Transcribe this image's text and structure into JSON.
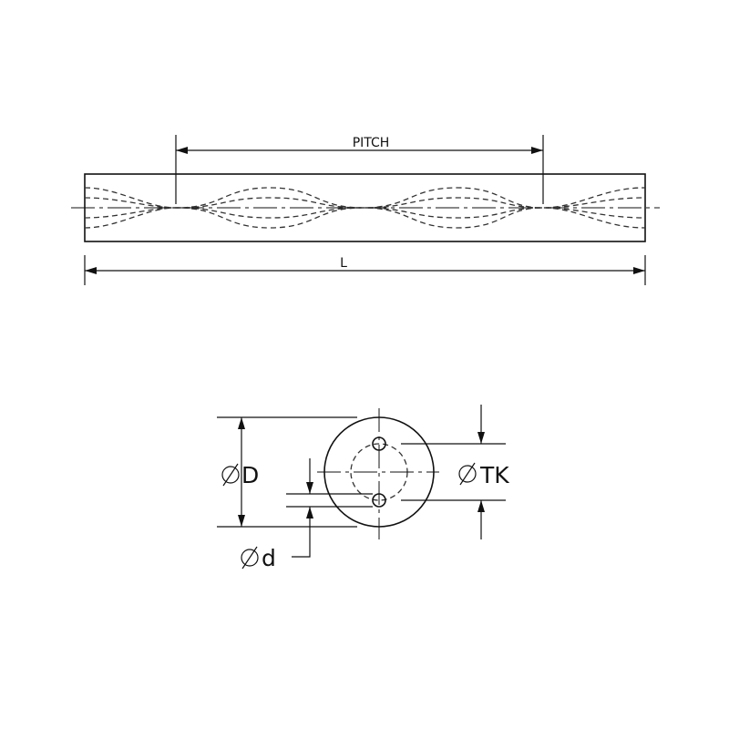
{
  "side_view": {
    "pitch_label": "PITCH",
    "length_label": "L"
  },
  "end_view": {
    "outer_diameter_label": "D",
    "bolt_circle_label": "TK",
    "hole_diameter_label": "d",
    "diameter_symbol": "diameter-symbol"
  }
}
